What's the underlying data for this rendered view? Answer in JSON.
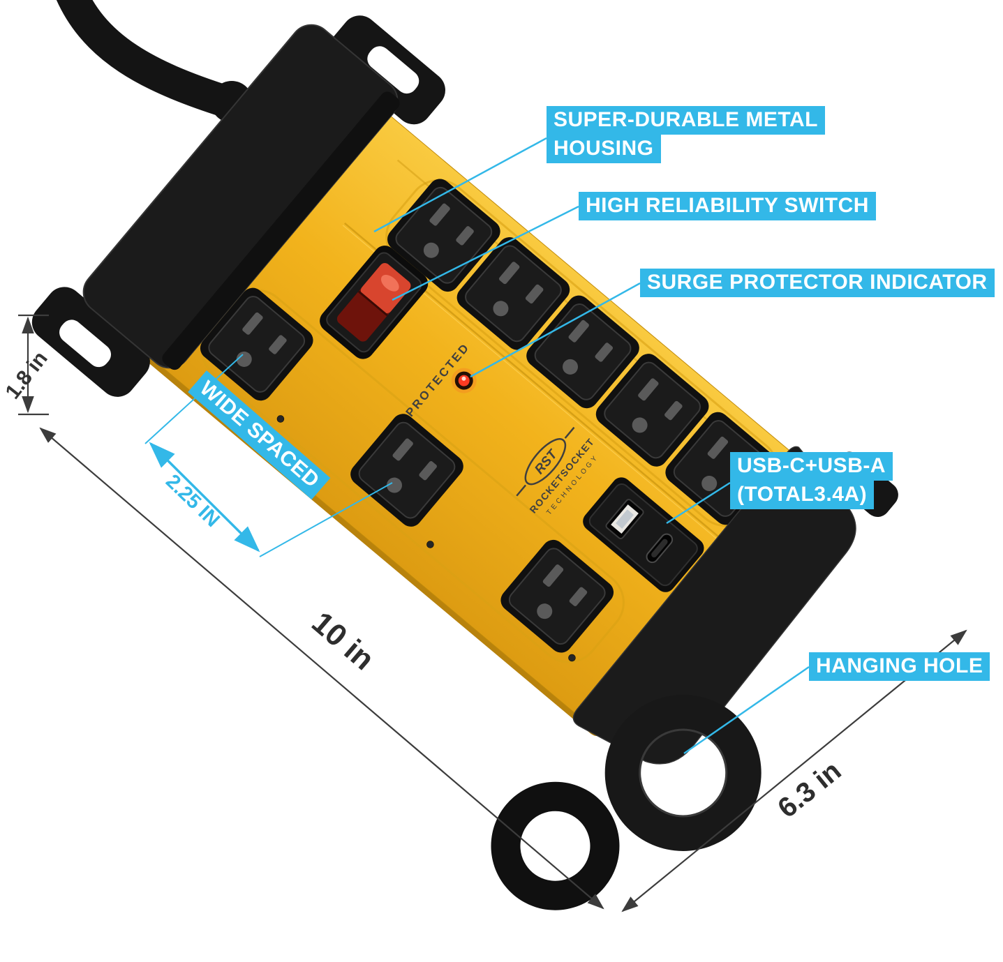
{
  "page": {
    "background": "#ffffff"
  },
  "colors": {
    "accent_cyan": "#33b8e8",
    "body_yellow": "#f2b31c",
    "housing_black": "#1b1b1b",
    "switch_red": "#d8452e",
    "led_red": "#ff3b22",
    "dimension_ink": "#3c3c3c"
  },
  "callouts": {
    "housing": {
      "line1": "SUPER-DURABLE METAL",
      "line2": "HOUSING"
    },
    "switch": {
      "line1": "HIGH RELIABILITY SWITCH"
    },
    "indicator": {
      "line1": "SURGE PROTECTOR INDICATOR"
    },
    "usb": {
      "line1": "USB-C+USB-A",
      "line2": "(TOTAL3.4A)"
    },
    "wide_spaced": {
      "line1": "WIDE SPACED"
    },
    "hanging_hole": {
      "line1": "HANGING HOLE"
    }
  },
  "dimensions": {
    "strip_height": "1.8 in",
    "outlet_spacing": "2.25 IN",
    "strip_length": "10 in",
    "strip_depth": "6.3 in"
  },
  "product": {
    "indicator_label": "PROTECTED",
    "brand_abbr": "RST",
    "brand_name": "ROCKETSOCKET",
    "brand_sub": "TECHNOLOGY"
  }
}
